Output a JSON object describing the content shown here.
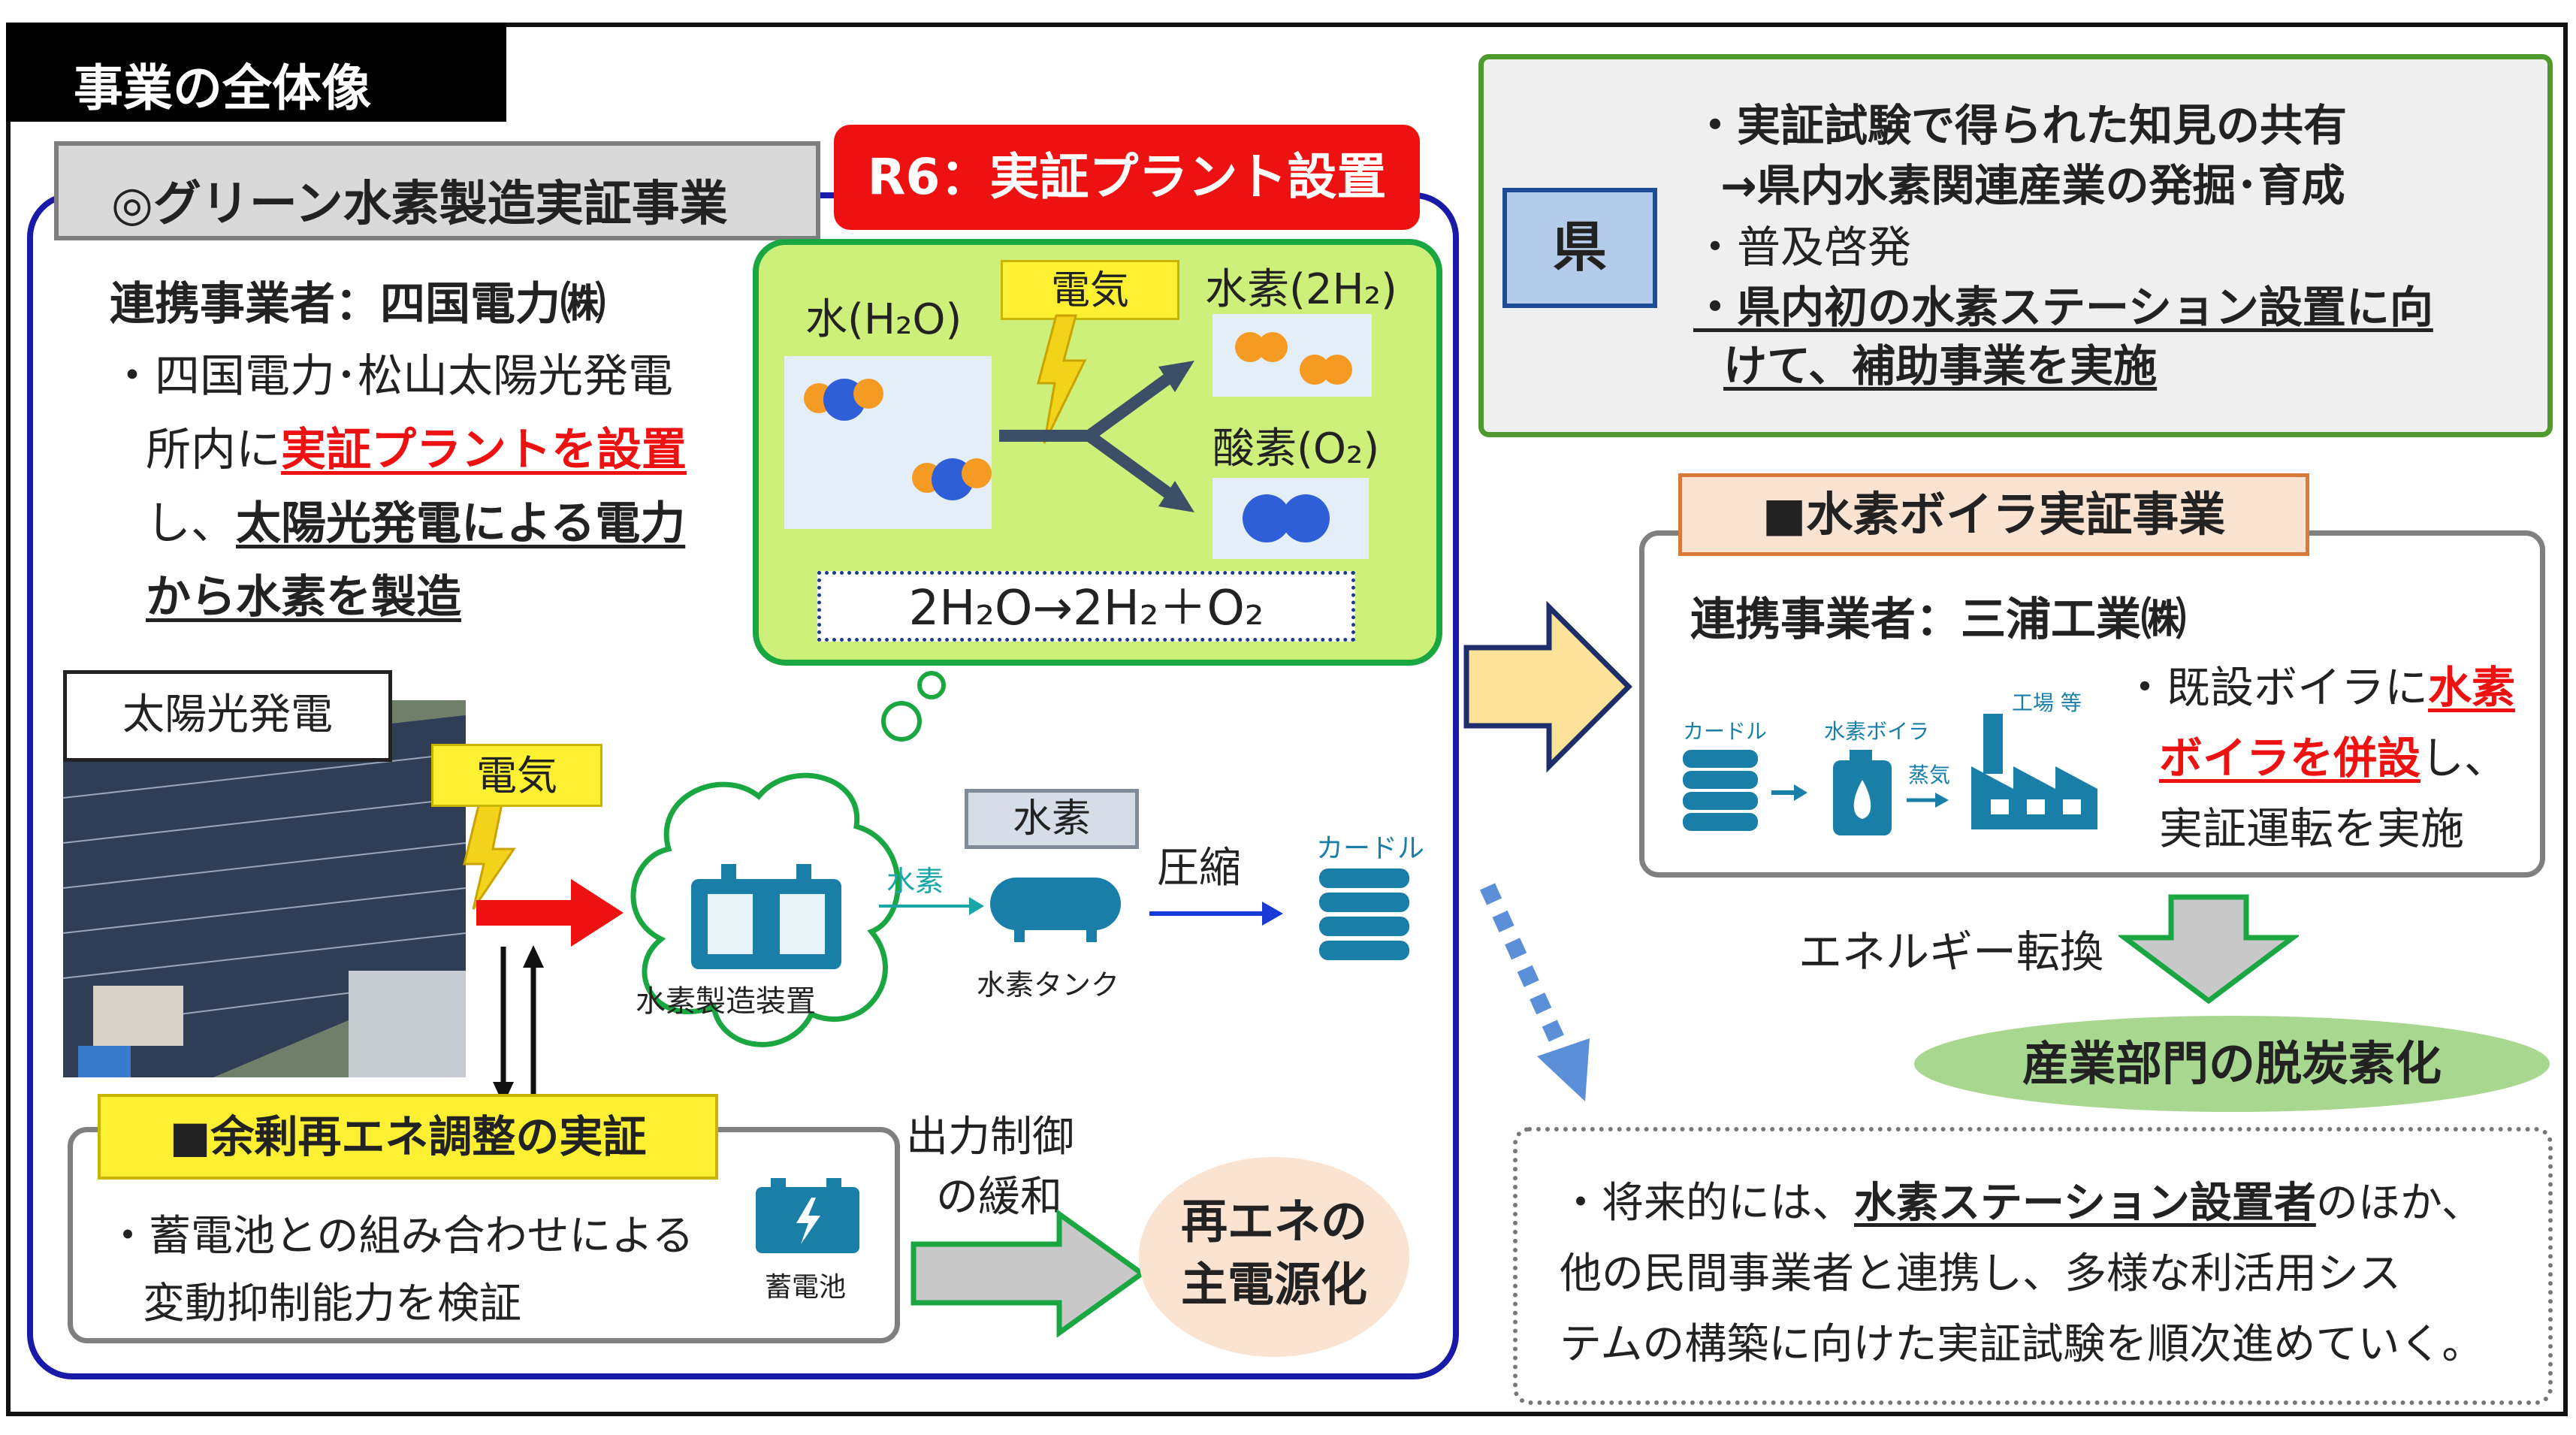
{
  "header": {
    "title": "事業の全体像"
  },
  "green_project": {
    "label": "◎グリーン水素製造実証事業",
    "r6_badge": "R6：実証プラント設置",
    "partner": "連携事業者：四国電力㈱",
    "desc_1": "・四国電力･松山太陽光発電",
    "desc_2a": "所内に",
    "desc_2b": "実証プラントを設置",
    "desc_3a": "し、",
    "desc_3b": "太陽光発電による電力",
    "desc_4": "から水素を製造"
  },
  "plant": {
    "water_label": "水(H₂O)",
    "electricity": "電気",
    "hydrogen_label": "水素(2H₂)",
    "oxygen_label": "酸素(O₂)",
    "equation": "2H₂O→2H₂＋O₂"
  },
  "process": {
    "pv_label": "太陽光発電",
    "electricity": "電気",
    "device_label": "水素製造装置",
    "hydrogen_flow": "水素",
    "hydrogen_box": "水素",
    "tank_label": "水素タンク",
    "compress": "圧縮",
    "curdle": "カードル"
  },
  "surplus": {
    "tag": "■余剰再エネ調整の実証",
    "line1": "・蓄電池との組み合わせによる",
    "line2": "変動抑制能力を検証",
    "battery": "蓄電池",
    "output_1": "出力制御",
    "output_2": "の緩和",
    "main_1": "再エネの",
    "main_2": "主電源化"
  },
  "prefecture": {
    "label": "県",
    "l1": "・実証試験で得られた知見の共有",
    "l2": "→県内水素関連産業の発掘･育成",
    "l3": "・普及啓発",
    "l4": "・県内初の水素ステーション設置に向",
    "l5": "けて、補助事業を実施"
  },
  "boiler": {
    "tag": "■水素ボイラ実証事業",
    "partner": "連携事業者：三浦工業㈱",
    "icon_curdle": "カードル",
    "icon_boiler": "水素ボイラ",
    "icon_steam": "蒸気",
    "icon_factory": "工場 等",
    "d1a": "・既設ボイラに",
    "d1b": "水素",
    "d2a": "ボイラを併設",
    "d2b": "し、",
    "d3": "実証運転を実施",
    "energy_conv": "エネルギー転換",
    "decarb": "産業部門の脱炭素化"
  },
  "future": {
    "l1a": "・将来的には、",
    "l1b": "水素ステーション設置者",
    "l1c": "のほか、",
    "l2": "他の民間事業者と連携し、多様な利活用シス",
    "l3": "テムの構築に向けた実証試験を順次進めていく。"
  },
  "colors": {
    "accent_red": "#ee1111",
    "frame_blue": "#1a1aa8",
    "plant_green": "#ccf07a",
    "pref_green": "#4e9a2c"
  }
}
